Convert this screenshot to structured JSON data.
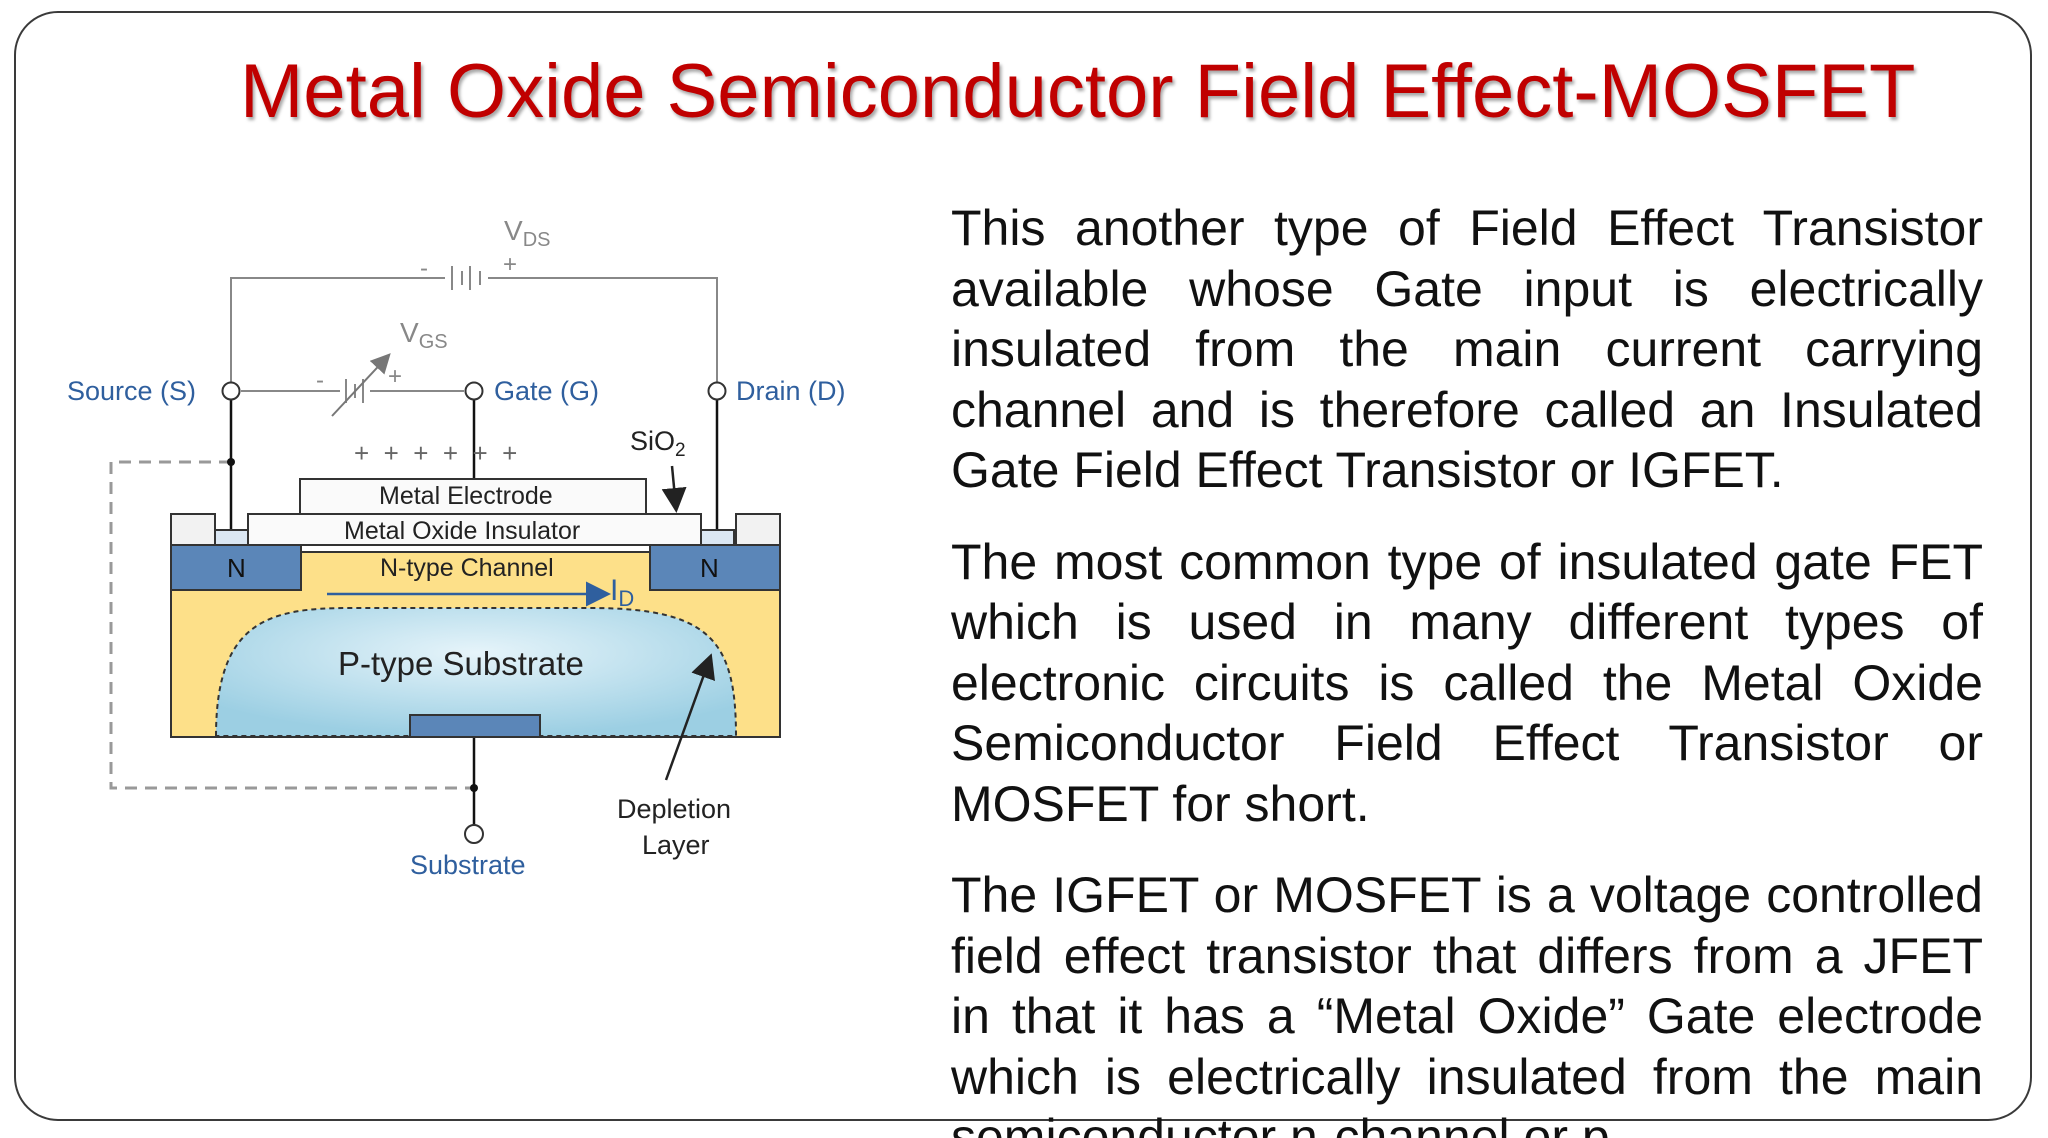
{
  "slide": {
    "title": "Metal Oxide Semiconductor Field Effect-MOSFET",
    "paragraphs": [
      "This another type of Field Effect Transistor available whose Gate input is electrically insulated from the main current carrying channel and is therefore called an Insulated Gate Field Effect Transistor or IGFET.",
      "The most common type of insulated gate FET which is used in many different types of electronic circuits is called the Metal Oxide Semiconductor Field Effect Transistor or MOSFET for short.",
      "The IGFET or MOSFET is a voltage controlled field effect transistor that differs from a JFET in that it has a “Metal Oxide” Gate electrode which is electrically insulated from the main semiconductor n-channel or p-"
    ]
  },
  "diagram": {
    "vds_main": "V",
    "vds_sub": "DS",
    "vgs_main": "V",
    "vgs_sub": "GS",
    "minus": "-",
    "plus": "+",
    "source": "Source (S)",
    "gate": "Gate (G)",
    "drain": "Drain (D)",
    "sio2_main": "SiO",
    "sio2_sub": "2",
    "charges": "+  +  +  +  +  +",
    "metal_electrode": "Metal Electrode",
    "metal_oxide_insulator": "Metal Oxide Insulator",
    "n_left": "N",
    "n_right": "N",
    "n_channel": "N-type Channel",
    "id_main": "I",
    "id_sub": "D",
    "p_substrate": "P-type Substrate",
    "depletion_line1": "Depletion",
    "depletion_line2": "Layer",
    "substrate": "Substrate"
  },
  "colors": {
    "title": "#c00000",
    "terminal_label": "#2f5f9e",
    "n_region": "#5b86b8",
    "channel": "#fde089",
    "substrate_glow": "#b7dcec",
    "gate_contact": "#5b86b8"
  }
}
